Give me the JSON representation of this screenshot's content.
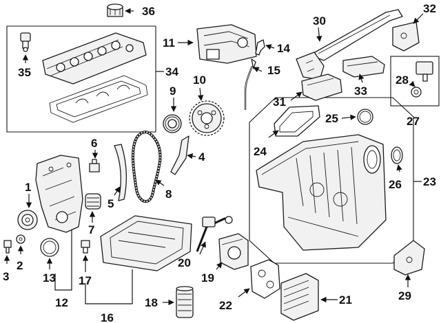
{
  "diagram": {
    "style": "exploded-parts-view",
    "line_color": "#1a1a1a",
    "background": "#ffffff"
  },
  "callouts": {
    "c1": "1",
    "c2": "2",
    "c3": "3",
    "c4": "4",
    "c5": "5",
    "c6": "6",
    "c7": "7",
    "c8": "8",
    "c9": "9",
    "c10": "10",
    "c11": "11",
    "c12": "12",
    "c13": "13",
    "c14": "14",
    "c15": "15",
    "c16": "16",
    "c17": "17",
    "c18": "18",
    "c19": "19",
    "c20": "20",
    "c21": "21",
    "c22": "22",
    "c23": "23",
    "c24": "24",
    "c25": "25",
    "c26": "26",
    "c27": "27",
    "c28": "28",
    "c29": "29",
    "c30": "30",
    "c31": "31",
    "c32": "32",
    "c33": "33",
    "c34": "34",
    "c35": "35",
    "c36": "36"
  }
}
